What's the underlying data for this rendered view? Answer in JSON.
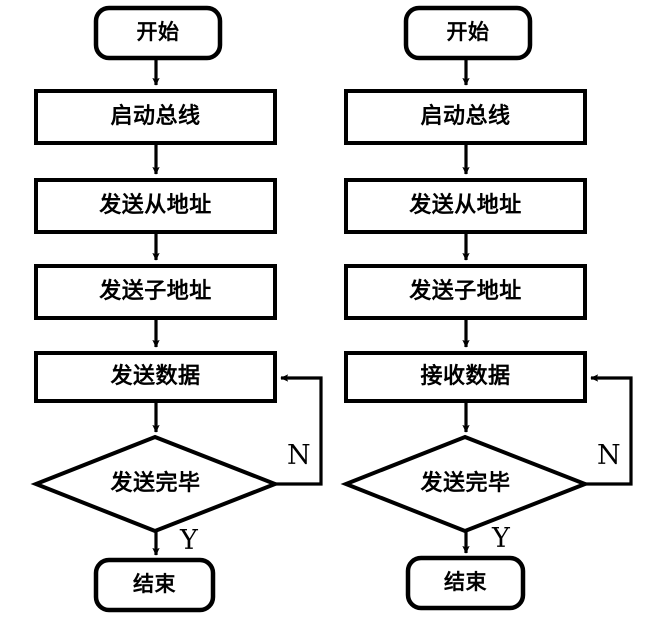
{
  "diagram": {
    "type": "flowchart-pair",
    "background_color": "#ffffff",
    "stroke_color": "#000000",
    "fill_color": "#ffffff",
    "charts": [
      {
        "id": "left-flowchart",
        "name": "send-data-flowchart",
        "nodes": [
          {
            "id": "start",
            "shape": "terminal",
            "label": "开始"
          },
          {
            "id": "bus",
            "shape": "process",
            "label": "启动总线"
          },
          {
            "id": "slaveaddr",
            "shape": "process",
            "label": "发送从地址"
          },
          {
            "id": "subaddr",
            "shape": "process",
            "label": "发送子地址"
          },
          {
            "id": "data",
            "shape": "process",
            "label": "发送数据"
          },
          {
            "id": "decision",
            "shape": "decision",
            "label": "发送完毕"
          },
          {
            "id": "end",
            "shape": "terminal",
            "label": "结束"
          }
        ],
        "branches": [
          {
            "id": "no-branch",
            "label": "N",
            "from": "decision",
            "to": "data"
          },
          {
            "id": "yes-branch",
            "label": "Y",
            "from": "decision",
            "to": "end"
          }
        ]
      },
      {
        "id": "right-flowchart",
        "name": "receive-data-flowchart",
        "nodes": [
          {
            "id": "start",
            "shape": "terminal",
            "label": "开始"
          },
          {
            "id": "bus",
            "shape": "process",
            "label": "启动总线"
          },
          {
            "id": "slaveaddr",
            "shape": "process",
            "label": "发送从地址"
          },
          {
            "id": "subaddr",
            "shape": "process",
            "label": "发送子地址"
          },
          {
            "id": "data",
            "shape": "process",
            "label": "接收数据"
          },
          {
            "id": "decision",
            "shape": "decision",
            "label": "发送完毕"
          },
          {
            "id": "end",
            "shape": "terminal",
            "label": "结束"
          }
        ],
        "branches": [
          {
            "id": "no-branch",
            "label": "N",
            "from": "decision",
            "to": "data"
          },
          {
            "id": "yes-branch",
            "label": "Y",
            "from": "decision",
            "to": "end"
          }
        ]
      }
    ]
  }
}
